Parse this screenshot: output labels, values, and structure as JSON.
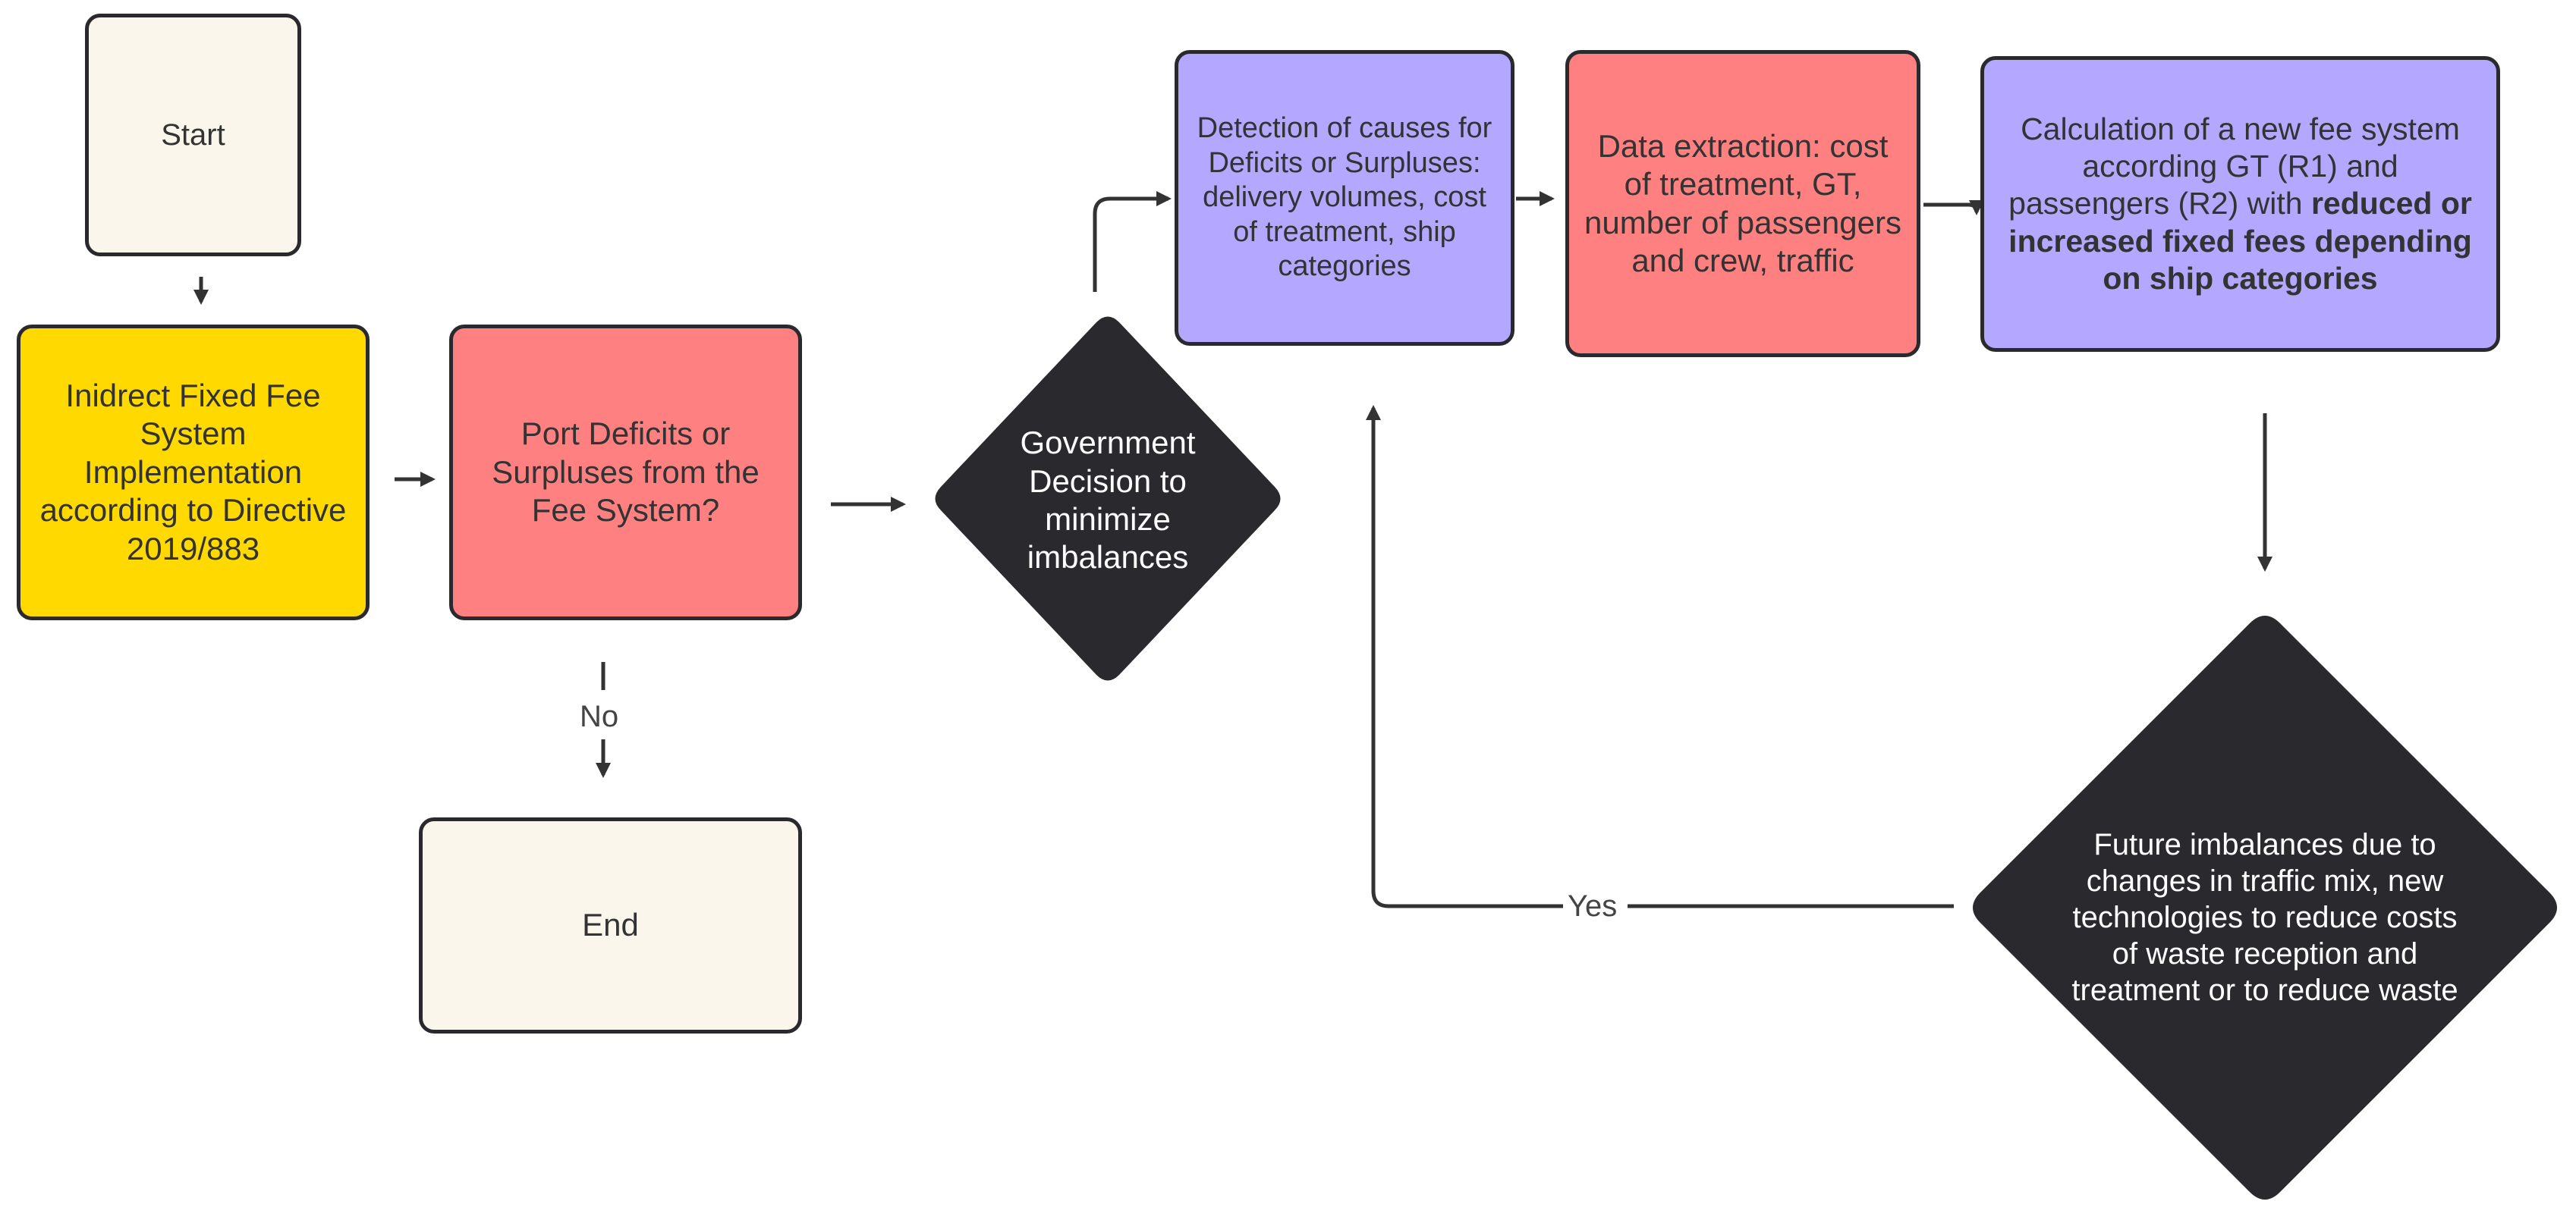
{
  "colors": {
    "terminal": "#fbf6ec",
    "start_process": "#ffd900",
    "data_process": "#ff8080",
    "analysis_process": "#b3a7ff",
    "decision": "#2a2a2e",
    "connector": "#333333"
  },
  "nodes": {
    "start": {
      "text": "Start"
    },
    "fixed_fee": {
      "text": "Inidrect Fixed Fee System Implementation according to Directive 2019/883"
    },
    "port_deficits": {
      "text": "Port Deficits or Surpluses from the Fee System?"
    },
    "end": {
      "text": "End"
    },
    "gov_decision": {
      "text": "Government Decision to minimize imbalances"
    },
    "detection": {
      "text": "Detection of causes for Deficits or Surpluses: delivery volumes, cost of treatment, ship categories"
    },
    "data_extraction": {
      "text": "Data extraction: cost of treatment, GT, number of passengers and crew, traffic"
    },
    "calculation": {
      "text_plain": "Calculation of a new fee system according GT (R1) and passengers (R2) with",
      "text_bold": "reduced or increased fixed fees depending on ship categories"
    },
    "future_imbalances": {
      "text": "Future imbalances due to changes in traffic mix, new technologies to reduce costs of waste reception and treatment or to reduce waste"
    }
  },
  "edges": {
    "no_label": "No",
    "yes_label": "Yes"
  }
}
